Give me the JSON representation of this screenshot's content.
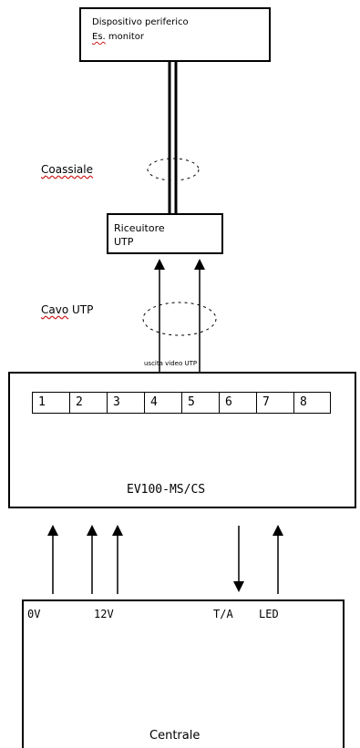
{
  "peripheral": {
    "line1": "Dispositivo periferico",
    "line2_prefix": "Es.",
    "line2_rest": " monitor"
  },
  "coax_label": "Coassiale",
  "receiver": {
    "line1": "Riceuitore",
    "line2": "UTP"
  },
  "utp_label_prefix": "Cavo",
  "utp_label_rest": " UTP",
  "output_label": "uscita video UTP",
  "module": {
    "name": "EV100-MS/CS",
    "terminals": [
      "1",
      "2",
      "3",
      "4",
      "5",
      "6",
      "7",
      "8"
    ]
  },
  "controller": {
    "name": "Centrale",
    "ports": [
      "0V",
      "12V",
      "T/A",
      "LED"
    ]
  }
}
